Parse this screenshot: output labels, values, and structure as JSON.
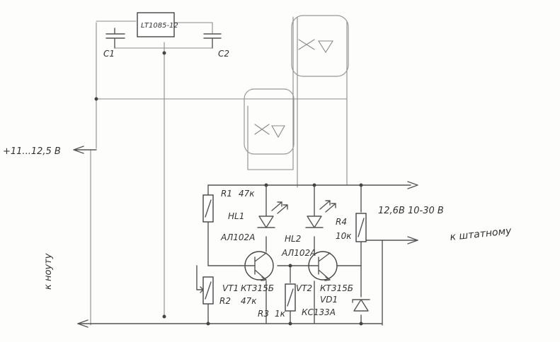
{
  "regulator": {
    "label": "LT1085-12"
  },
  "capacitors": {
    "c1": "C1",
    "c2": "C2"
  },
  "terminals": {
    "input": "+11...12,5 В",
    "laptop": "к ноуту",
    "output_voltage": "12,6В 10-30 В",
    "output_dest": "к штатному"
  },
  "components": {
    "r1": {
      "ref": "R1",
      "value": "47к"
    },
    "hl1": {
      "ref": "HL1",
      "part": "АЛ102А"
    },
    "hl2": {
      "ref": "HL2",
      "part": "АЛ102А"
    },
    "r4": {
      "ref": "R4",
      "value": "10к"
    },
    "vt1": {
      "ref": "VT1",
      "part": "КТ315Б"
    },
    "vt2": {
      "ref": "VT2",
      "part": "КТ315Б"
    },
    "r2": {
      "ref": "R2",
      "value": "47к"
    },
    "r3": {
      "ref": "R3",
      "value": "1к"
    },
    "vd1": {
      "ref": "VD1",
      "part": "КС133А"
    }
  }
}
